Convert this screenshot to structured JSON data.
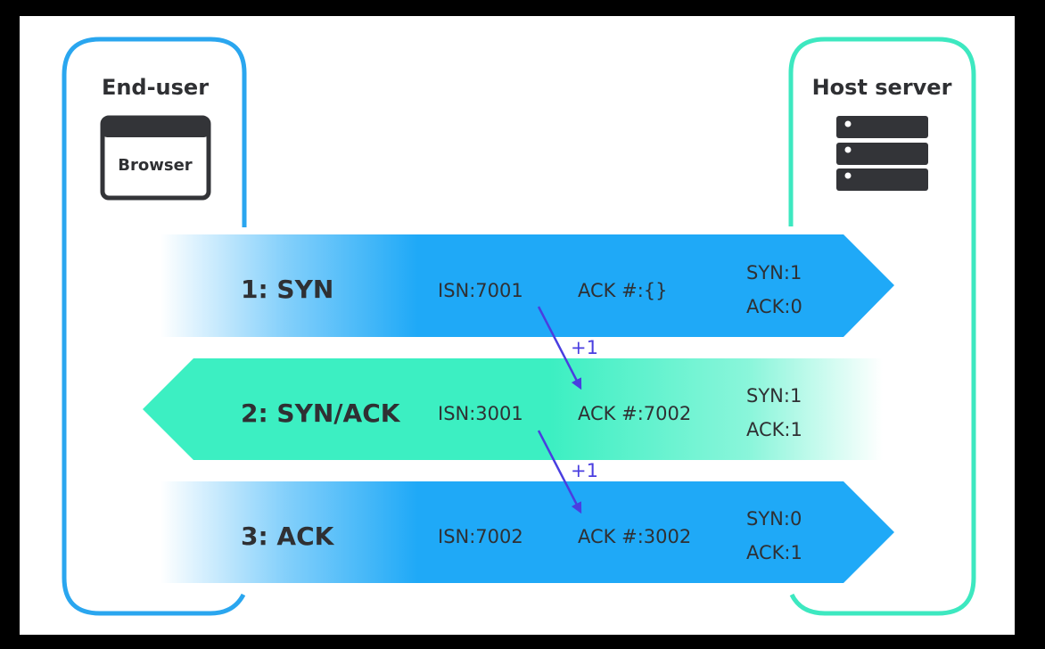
{
  "end_user": {
    "title": "End-user",
    "browser_label": "Browser",
    "icon": "browser-window-icon"
  },
  "host": {
    "title": "Host server",
    "icon": "server-rack-icon"
  },
  "colors": {
    "blue": "#1fa9f7",
    "teal": "#3cefc2",
    "box_blue": "#2aa6ef",
    "box_teal": "#3de8c0",
    "increment_arrow": "#4a3ee0",
    "text": "#2f3033"
  },
  "steps": [
    {
      "label": "1: SYN",
      "isn": "ISN:7001",
      "ack": "ACK #:{}",
      "syn_flag": "SYN:1",
      "ack_flag": "ACK:0",
      "direction": "right"
    },
    {
      "label": "2: SYN/ACK",
      "isn": "ISN:3001",
      "ack": "ACK #:7002",
      "syn_flag": "SYN:1",
      "ack_flag": "ACK:1",
      "direction": "left"
    },
    {
      "label": "3: ACK",
      "isn": "ISN:7002",
      "ack": "ACK #:3002",
      "syn_flag": "SYN:0",
      "ack_flag": "ACK:1",
      "direction": "right"
    }
  ],
  "increments": [
    "+1",
    "+1"
  ]
}
